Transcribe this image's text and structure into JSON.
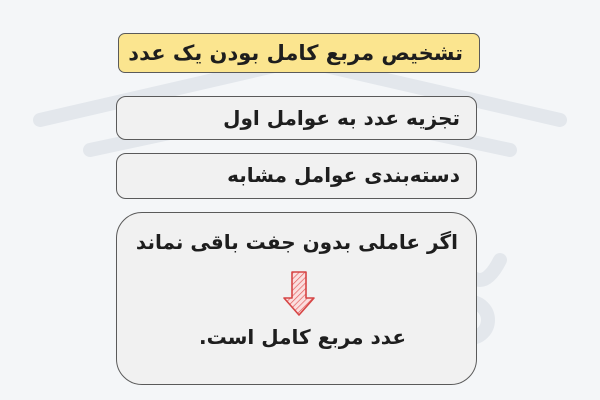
{
  "flowchart": {
    "title": "تشخیص مربع کامل بودن یک عدد",
    "steps": [
      "تجزیه عدد به عوامل اول",
      "دسته‌بندی عوامل مشابه"
    ],
    "result": {
      "condition": "اگر عاملی بدون جفت باقی نماند",
      "conclusion": "عدد مربع کامل است."
    },
    "colors": {
      "title_fill": "#fbe58f",
      "box_fill": "#f1f1f1",
      "border": "#5a5a5a",
      "arrow": "#e35d5d"
    }
  }
}
